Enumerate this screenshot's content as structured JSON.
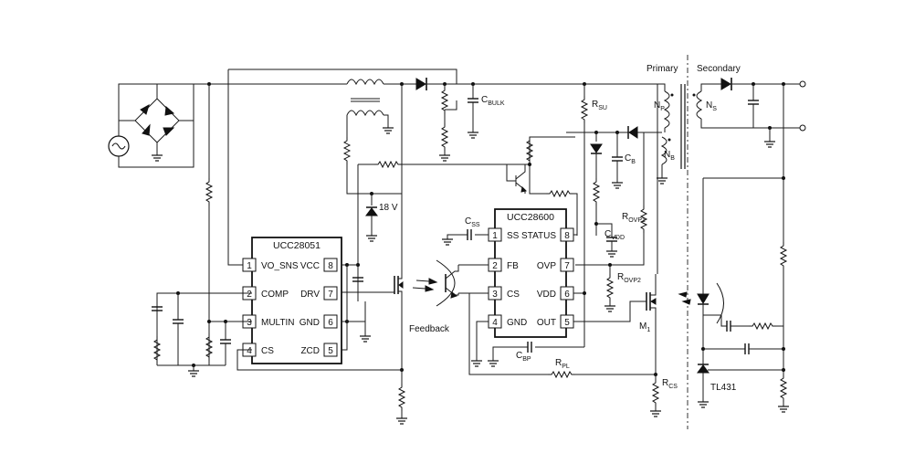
{
  "ic1": {
    "name": "UCC28051",
    "left_pins": [
      {
        "num": "1",
        "name": "VO_SNS"
      },
      {
        "num": "2",
        "name": "COMP"
      },
      {
        "num": "3",
        "name": "MULTIN"
      },
      {
        "num": "4",
        "name": "CS"
      }
    ],
    "right_pins": [
      {
        "num": "8",
        "name": "VCC"
      },
      {
        "num": "7",
        "name": "DRV"
      },
      {
        "num": "6",
        "name": "GND"
      },
      {
        "num": "5",
        "name": "ZCD"
      }
    ]
  },
  "ic2": {
    "name": "UCC28600",
    "left_pins": [
      {
        "num": "1",
        "name": "SS"
      },
      {
        "num": "2",
        "name": "FB"
      },
      {
        "num": "3",
        "name": "CS"
      },
      {
        "num": "4",
        "name": "GND"
      }
    ],
    "right_pins": [
      {
        "num": "8",
        "name": "STATUS"
      },
      {
        "num": "7",
        "name": "OVP"
      },
      {
        "num": "6",
        "name": "VDD"
      },
      {
        "num": "5",
        "name": "OUT"
      }
    ]
  },
  "labels": {
    "primary": "Primary",
    "secondary": "Secondary",
    "feedback": "Feedback",
    "zener": "18 V",
    "tl431": "TL431"
  },
  "components": {
    "c_bulk": {
      "main": "C",
      "sub": "BULK"
    },
    "r_su": {
      "main": "R",
      "sub": "SU"
    },
    "n_p": {
      "main": "N",
      "sub": "P"
    },
    "n_s": {
      "main": "N",
      "sub": "S"
    },
    "n_b": {
      "main": "N",
      "sub": "B"
    },
    "c_b": {
      "main": "C",
      "sub": "B"
    },
    "c_ss": {
      "main": "C",
      "sub": "SS"
    },
    "c_vdd": {
      "main": "C",
      "sub": "VDD"
    },
    "r_ovp1": {
      "main": "R",
      "sub": "OVP1"
    },
    "r_ovp2": {
      "main": "R",
      "sub": "OVP2"
    },
    "m1": {
      "main": "M",
      "sub": "1"
    },
    "c_bp": {
      "main": "C",
      "sub": "BP"
    },
    "r_pl": {
      "main": "R",
      "sub": "PL"
    },
    "r_cs": {
      "main": "R",
      "sub": "CS"
    }
  }
}
